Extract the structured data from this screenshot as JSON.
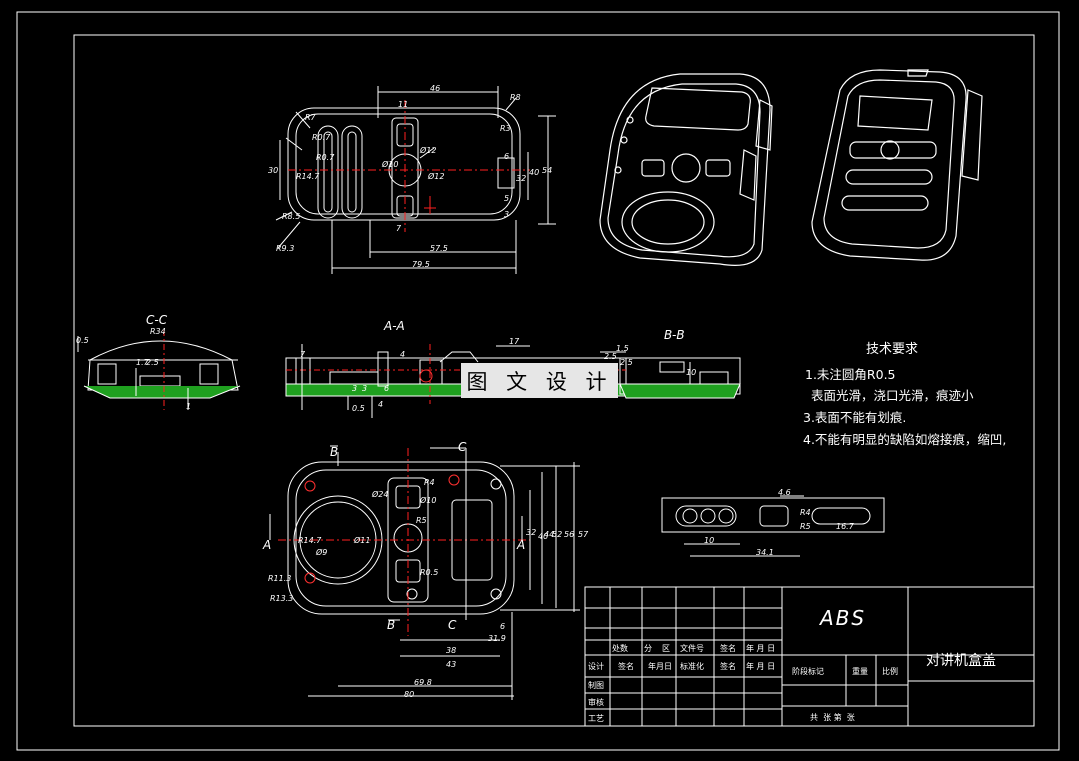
{
  "drawing": {
    "section_labels": {
      "cc": "C-C",
      "aa": "A-A",
      "bb": "B-B"
    },
    "cut_markers": {
      "a_left": "A",
      "a_right": "A",
      "b_top": "B",
      "b_bottom": "B",
      "c_top": "C",
      "c_bottom": "C"
    },
    "dims_top_view": [
      "46",
      "R8",
      "R0.7",
      "R0.7",
      "R7",
      "R14.7",
      "R3",
      "R8.5",
      "R9.3",
      "Ø12",
      "Ø10",
      "Ø12",
      "32",
      "40",
      "54",
      "11",
      "6",
      "5",
      "3",
      "30",
      "7",
      "57.5",
      "79.5"
    ],
    "dims_cc": [
      "R34",
      "0.5",
      "1.7",
      "2.5",
      "1"
    ],
    "dims_aa": [
      "17",
      "7",
      "4",
      "3",
      "3",
      "6",
      "4",
      "0.5"
    ],
    "dims_bb": [
      "1.5",
      "2.5",
      "2.5",
      "10"
    ],
    "dims_bottom_view": [
      "Ø24",
      "Ø10",
      "R4",
      "R5",
      "Ø11",
      "R14.7",
      "Ø9",
      "R11.3",
      "R13.3",
      "R0.5",
      "32",
      "40",
      "44",
      "52",
      "56",
      "57",
      "6",
      "31.9",
      "38",
      "43",
      "69.8",
      "80"
    ],
    "dims_detail": [
      "4.6",
      "R4",
      "R5",
      "10",
      "16.7",
      "34.1"
    ]
  },
  "watermark": "图 文 设 计",
  "tech_notes": {
    "title": "技术要求",
    "lines": [
      "1.未注圆角R0.5",
      "  表面光滑，浇口光滑，痕迹小",
      "3.表面不能有划痕.",
      "4.不能有明显的缺陷如熔接痕，缩凹,"
    ]
  },
  "title_block": {
    "material": "ABS",
    "part_name": "对讲机盒盖",
    "header_row": [
      "处数",
      "分",
      "区",
      "文件号",
      "签名",
      "年 月 日"
    ],
    "design_row": [
      "设计",
      "签名",
      "年月日",
      "标准化",
      "签名",
      "年 月 日"
    ],
    "left_labels": [
      "制图",
      "审核",
      "工艺"
    ],
    "stage_label": "阶段标记",
    "weight_label": "重量",
    "scale_label": "比例",
    "sheet_label": "共  张 第  张"
  },
  "colors": {
    "background": "#000000",
    "line": "#ffffff",
    "centerline": "#ff2020",
    "hatch": "#1fa01f",
    "accent": "#ff3030"
  }
}
